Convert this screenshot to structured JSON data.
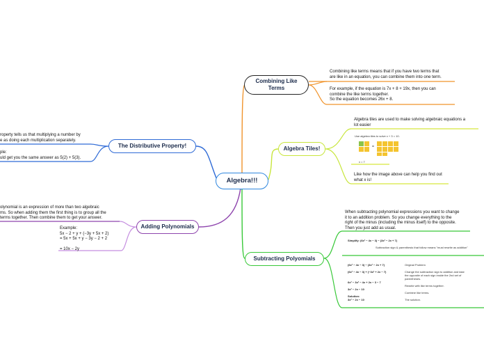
{
  "root": {
    "label": "Algebra!!!"
  },
  "branches": {
    "combining": {
      "label": "Combining Like Terms",
      "note1": "Combining like terms means that if you have two terms that\nare like in an equation, you can combine them into one term.",
      "note2": "For example, if the equation is  7x + 8 + 19x, then you can\ncombine the like terms together.\nSo the equation becomes 26x + 8."
    },
    "tiles": {
      "label": "Algebra Tiles!",
      "note1": "Algebra tiles are used to make solving algebraic equations a\nlot easier",
      "fig_title": "Use algebra tiles to solve x + 3 = 10.",
      "fig_result": "x = 7",
      "note2": "Like how the image above can help you find out\nwhat x is!"
    },
    "distributive": {
      "label": "The Distributive Property!",
      "note1": "roperty tells us that multiplying a number by\ne as doing each multiplication separately.",
      "note2": "ple:\nuld get you the same answer as 5(2) + 5(3)."
    },
    "adding": {
      "label": "Adding Polynomials",
      "note1": "olynomial is an expression of more than two algebraic\nms. So when adding them the first thing is to group all the\nterms together. Then combine them to get your answer.",
      "note2": "Example:\n5x − 2 + y + (−3y + 5x + 2)\n= 5x + 5x + y − 3y − 2 + 2\n\n= 10x − 2y"
    },
    "subtracting": {
      "label": "Subtracting Polyomials",
      "note1": "When subtracting polynomial expressions you want to change\nit to an addition problem. So you change everything to the\nright of the minus (including the minus itself) to the opposite.\nThen you just add as usual.",
      "fig1_title": "Simplify:  (6x² − 4x − 3) − (3x² − 2x + 7)",
      "fig1_note": "Subtraction sign & parenthesis that follow means \"must rewrite as addition\"",
      "fig2_left": "(6x² − 4x − 3) − (3x² − 2x + 7)\n\n(6x² − 4x − 3) + (−3x² + 2x − 7)\n\n\n6x² − 3x² − 4x + 2x − 3 − 7\n\n3x² − 2x − 10\n\nSolution:\n3x² − 2x − 10",
      "fig2_right": "Original Problem\n\nChange the subtraction sign to addition and take\nthe opposite of each sign inside the 2nd set of\nparentheses.\n\nRewrite with like terms together.\n\nCombine like terms.\n\nThe solution."
    }
  }
}
